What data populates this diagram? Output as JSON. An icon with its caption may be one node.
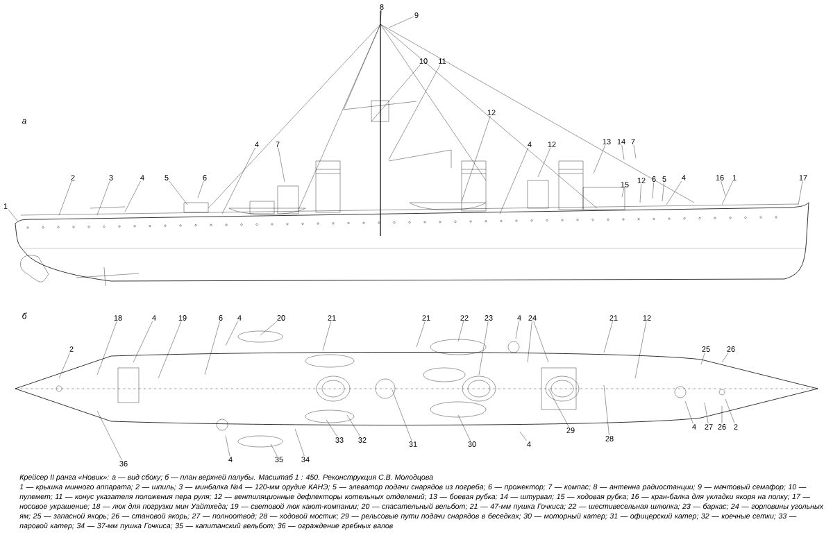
{
  "diagram": {
    "caption": "Крейсер II ранга «Новик»: а — вид сбоку; б — план верхней палубы. Масштаб 1 : 450. Реконструкция С.В. Молодцова",
    "nodes": [
      {
        "text": [
          "1"
        ]
      },
      {
        "text": [
          "2"
        ]
      },
      {
        "text": [
          "3"
        ]
      },
      {
        "text": [
          "4"
        ]
      },
      {
        "text": [
          "5"
        ]
      },
      {
        "text": [
          "6"
        ]
      },
      {
        "text": [
          "4"
        ]
      },
      {
        "text": [
          "7"
        ]
      },
      {
        "text": [
          "8"
        ]
      },
      {
        "text": [
          "9"
        ]
      },
      {
        "text": [
          "10"
        ]
      },
      {
        "text": [
          "11"
        ]
      },
      {
        "text": [
          "12"
        ]
      },
      {
        "text": [
          "4"
        ]
      },
      {
        "text": [
          "12"
        ]
      },
      {
        "text": [
          "13"
        ]
      },
      {
        "text": [
          "14"
        ]
      },
      {
        "text": [
          "7"
        ]
      },
      {
        "text": [
          "15"
        ]
      },
      {
        "text": [
          "12"
        ]
      },
      {
        "text": [
          "6"
        ]
      },
      {
        "text": [
          "5"
        ]
      },
      {
        "text": [
          "4"
        ]
      },
      {
        "text": [
          "16"
        ]
      },
      {
        "text": [
          "1"
        ]
      },
      {
        "text": [
          "17"
        ]
      },
      {
        "text": [
          "18"
        ]
      },
      {
        "text": [
          "4"
        ]
      },
      {
        "text": [
          "19"
        ]
      },
      {
        "text": [
          "6"
        ]
      },
      {
        "text": [
          "4"
        ]
      },
      {
        "text": [
          "20"
        ]
      },
      {
        "text": [
          "21"
        ]
      },
      {
        "text": [
          "21"
        ]
      },
      {
        "text": [
          "22"
        ]
      },
      {
        "text": [
          "23"
        ]
      },
      {
        "text": [
          "4"
        ]
      },
      {
        "text": [
          "24"
        ]
      },
      {
        "text": [
          "21"
        ]
      },
      {
        "text": [
          "12"
        ]
      },
      {
        "text": [
          "2"
        ]
      },
      {
        "text": [
          "25"
        ]
      },
      {
        "text": [
          "26"
        ]
      },
      {
        "text": [
          "36"
        ]
      },
      {
        "text": [
          "4"
        ]
      },
      {
        "text": [
          "35"
        ]
      },
      {
        "text": [
          "34"
        ]
      },
      {
        "text": [
          "33"
        ]
      },
      {
        "text": [
          "32"
        ]
      },
      {
        "text": [
          "31"
        ]
      },
      {
        "text": [
          "30"
        ]
      },
      {
        "text": [
          "4"
        ]
      },
      {
        "text": [
          "29"
        ]
      },
      {
        "text": [
          "28"
        ]
      },
      {
        "text": [
          "4"
        ]
      },
      {
        "text": [
          "27"
        ]
      },
      {
        "text": [
          "26"
        ]
      },
      {
        "text": [
          "2"
        ]
      }
    ],
    "edges": [
      {
        "from": 0,
        "to": null,
        "arrow": "none"
      },
      {
        "from": 1,
        "to": null,
        "arrow": "none"
      },
      {
        "from": 2,
        "to": null,
        "arrow": "none"
      },
      {
        "from": 3,
        "to": null,
        "arrow": "none"
      },
      {
        "from": 4,
        "to": null,
        "arrow": "none"
      },
      {
        "from": 5,
        "to": null,
        "arrow": "none"
      },
      {
        "from": 6,
        "to": null,
        "arrow": "none"
      },
      {
        "from": 7,
        "to": null,
        "arrow": "none"
      },
      {
        "from": 8,
        "to": null,
        "arrow": "none"
      },
      {
        "from": 9,
        "to": null,
        "arrow": "none"
      },
      {
        "from": 10,
        "to": null,
        "arrow": "none"
      },
      {
        "from": 11,
        "to": null,
        "arrow": "none"
      },
      {
        "from": 12,
        "to": null,
        "arrow": "none"
      },
      {
        "from": 13,
        "to": null,
        "arrow": "none"
      },
      {
        "from": 14,
        "to": null,
        "arrow": "none"
      },
      {
        "from": 15,
        "to": null,
        "arrow": "none"
      },
      {
        "from": 16,
        "to": null,
        "arrow": "none"
      },
      {
        "from": 17,
        "to": null,
        "arrow": "none"
      },
      {
        "from": 18,
        "to": null,
        "arrow": "none"
      },
      {
        "from": 19,
        "to": null,
        "arrow": "none"
      },
      {
        "from": 20,
        "to": null,
        "arrow": "none"
      },
      {
        "from": 21,
        "to": null,
        "arrow": "none"
      },
      {
        "from": 22,
        "to": null,
        "arrow": "none"
      },
      {
        "from": 23,
        "to": null,
        "arrow": "none"
      },
      {
        "from": 24,
        "to": null,
        "arrow": "none"
      },
      {
        "from": 25,
        "to": null,
        "arrow": "none"
      },
      {
        "from": 26,
        "to": null,
        "arrow": "none"
      },
      {
        "from": 27,
        "to": null,
        "arrow": "none"
      },
      {
        "from": 28,
        "to": null,
        "arrow": "none"
      },
      {
        "from": 29,
        "to": null,
        "arrow": "none"
      },
      {
        "from": 30,
        "to": null,
        "arrow": "none"
      },
      {
        "from": 31,
        "to": null,
        "arrow": "none"
      },
      {
        "from": 32,
        "to": null,
        "arrow": "none"
      },
      {
        "from": 33,
        "to": null,
        "arrow": "none"
      },
      {
        "from": 34,
        "to": null,
        "arrow": "none"
      },
      {
        "from": 35,
        "to": null,
        "arrow": "none"
      },
      {
        "from": 36,
        "to": null,
        "arrow": "none"
      },
      {
        "from": 37,
        "to": null,
        "arrow": "none"
      },
      {
        "from": 37,
        "to": null,
        "arrow": "none"
      },
      {
        "from": 38,
        "to": null,
        "arrow": "none"
      },
      {
        "from": 39,
        "to": null,
        "arrow": "none"
      },
      {
        "from": 40,
        "to": null,
        "arrow": "none"
      },
      {
        "from": 41,
        "to": null,
        "arrow": "none"
      },
      {
        "from": 42,
        "to": null,
        "arrow": "none"
      },
      {
        "from": 43,
        "to": null,
        "arrow": "none"
      },
      {
        "from": 44,
        "to": null,
        "arrow": "none"
      },
      {
        "from": 45,
        "to": null,
        "arrow": "none"
      },
      {
        "from": 46,
        "to": null,
        "arrow": "none"
      },
      {
        "from": 47,
        "to": null,
        "arrow": "none"
      },
      {
        "from": 48,
        "to": null,
        "arrow": "none"
      },
      {
        "from": 49,
        "to": null,
        "arrow": "none"
      },
      {
        "from": 50,
        "to": null,
        "arrow": "none"
      },
      {
        "from": 51,
        "to": null,
        "arrow": "none"
      },
      {
        "from": 52,
        "to": null,
        "arrow": "none"
      },
      {
        "from": 53,
        "to": null,
        "arrow": "none"
      },
      {
        "from": 54,
        "to": null,
        "arrow": "none"
      },
      {
        "from": 55,
        "to": null,
        "arrow": "none"
      },
      {
        "from": 56,
        "to": null,
        "arrow": "none"
      },
      {
        "from": 57,
        "to": null,
        "arrow": "none"
      }
    ],
    "labels": [
      "а",
      "б",
      "1 — крышка минного аппарата; 2 — шпиль; 3 — минбалка №4 — 120-мм орудие КАНЭ; 5 — элеватор подачи снарядов из погреба; 6 — прожектор; 7 — компас; 8 — антенна радиостанции; 9 — мачтовый семафор; 10 — пулемет; 11 — конус указателя положения пера руля; 12 — вентиляционные дефлекторы котельных отделений; 13 — боевая рубка; 14 — штурвал; 15 — ходовая рубка; 16 — кран-балка для укладки якоря на полку; 17 — носовое украшение; 18 — люк для погрузки мин Уайтхеда; 19 — световой люк кают-компании; 20 — спасательный вельбот; 21 — 47-мм пушка Гочкиса; 22 — шестивесельная шлюпка; 23 — баркас; 24 — горловины угольных ям; 25 — запасной якорь; 26 — становой якорь; 27 — полноотвод; 28 — ходовой мостик; 29 — рельсовые пути подачи снарядов в беседках; 30 — моторный катер; 31 — офицерский катер; 32 — коечные сетки; 33 — паровой катер; 34 — 37-мм пушка Гочкиса; 35 — капитанский вельбот; 36 — ограждение гребных валов"
    ]
  }
}
